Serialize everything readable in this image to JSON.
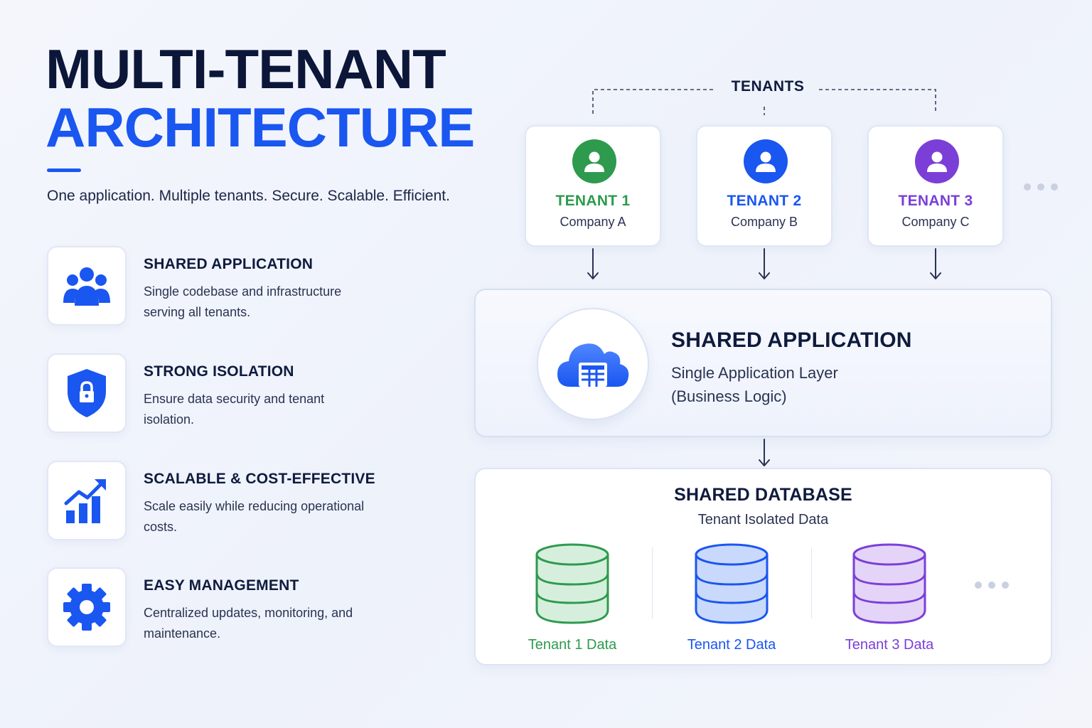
{
  "title": {
    "line1": "MULTI-TENANT",
    "line2": "ARCHITECTURE",
    "subtitle": "One application. Multiple tenants. Secure. Scalable. Efficient."
  },
  "features": [
    {
      "title": "SHARED APPLICATION",
      "desc": "Single codebase and infrastructure serving all tenants.",
      "icon": "users-icon"
    },
    {
      "title": "STRONG ISOLATION",
      "desc": "Ensure data security and tenant isolation.",
      "icon": "shield-lock-icon"
    },
    {
      "title": "SCALABLE & COST-EFFECTIVE",
      "desc": "Scale easily while reducing operational costs.",
      "icon": "growth-chart-icon"
    },
    {
      "title": "EASY MANAGEMENT",
      "desc": "Centralized updates, monitoring, and maintenance.",
      "icon": "gear-icon"
    }
  ],
  "diagram": {
    "tenants_label": "TENANTS",
    "tenants": [
      {
        "name": "TENANT 1",
        "company": "Company A",
        "color": "#2e9a4e"
      },
      {
        "name": "TENANT 2",
        "company": "Company B",
        "color": "#1a56f0"
      },
      {
        "name": "TENANT 3",
        "company": "Company C",
        "color": "#7b3fd8"
      }
    ],
    "app": {
      "title": "SHARED APPLICATION",
      "desc": "Single Application Layer (Business Logic)",
      "icon": "cloud-app-icon"
    },
    "database": {
      "title": "SHARED DATABASE",
      "subtitle": "Tenant Isolated Data",
      "stores": [
        {
          "label": "Tenant 1 Data",
          "color": "#2e9a4e",
          "fill": "#d6efdc"
        },
        {
          "label": "Tenant 2 Data",
          "color": "#1a56f0",
          "fill": "#c9d9fb"
        },
        {
          "label": "Tenant 3 Data",
          "color": "#7b3fd8",
          "fill": "#e4d5f8"
        }
      ]
    }
  },
  "colors": {
    "primary_blue": "#1a56f0",
    "navy": "#0b1638"
  }
}
